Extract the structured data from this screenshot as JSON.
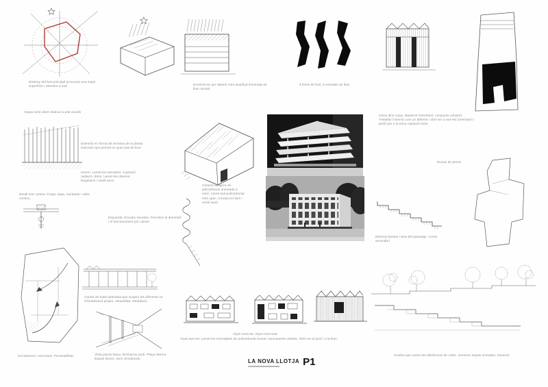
{
  "board": {
    "title": "LA NOVA LLOTJA",
    "sheet": "P1"
  },
  "captions": {
    "main_void": "Disseny del buit principal procurant una major superfície i obertura a sud",
    "zenithal": "Enretirar-se per obtenir més amplitud d'entrada de llum zenital",
    "three_voids": "3 línies de buit. 3 entrades de llum",
    "semi_open": "Espai semi-obert dedicat a arts murals",
    "terrace": "Extensió en forma de terrassa de la planta soterrani que permet un gran pas de llum",
    "lamelles": "Hivern. Lamel·les tancades. Captació radiació. Estiu. Lamel·les obertes. Regulació i ventil·lació",
    "curtain_wall": "Detall mur cortina. Forjat, xapa, muntants i vidre continu.",
    "polycarbonate_roof": "Coberta lleugera de policarbonat orientada a nord. Cares sud policarbonat més opac. Conducció llum i ventil·lació",
    "crack_stairs": "Esquerda. Escales esveltes. Percebre la dimensió i el funcionament per caixes",
    "box_in_box": "Caixa dins caixa. Mantenir l'envoltant, compacte existent. Treballar l'interior com un diferent i obrir-se a sud-est (orientació i jardí) per a la bona captació solar",
    "pieces": "Encaix de peces",
    "railing": "Disseny barana i tesa del passatge. Accés secundari",
    "wood_boxes": "Caixes de fusta laminada que ocupen els diferents us. Climatització pròpia. Versatilitat. Modulació",
    "elevations_ne": "Alçat nord-est. Alçat nord-oest.",
    "elevations_se": "Alçat sud-est. Lamel·les orientables de policarbonat tractat i tancaments vidriats. Obrir-se al jardí i a la llum.",
    "circulation": "Circulacions i accessos. Permeabilitat",
    "ground_floor": "Vista planta baixa. Emmarcar jardí. Plaça interior. Espais lliures, semi climatitzats",
    "grades": "Grades que cusen les diferències de cotes. Generen espais d'estada i transició"
  },
  "colors": {
    "accent_red": "#a83428",
    "ink": "#444444",
    "caption_gray": "#8b8b8b"
  }
}
